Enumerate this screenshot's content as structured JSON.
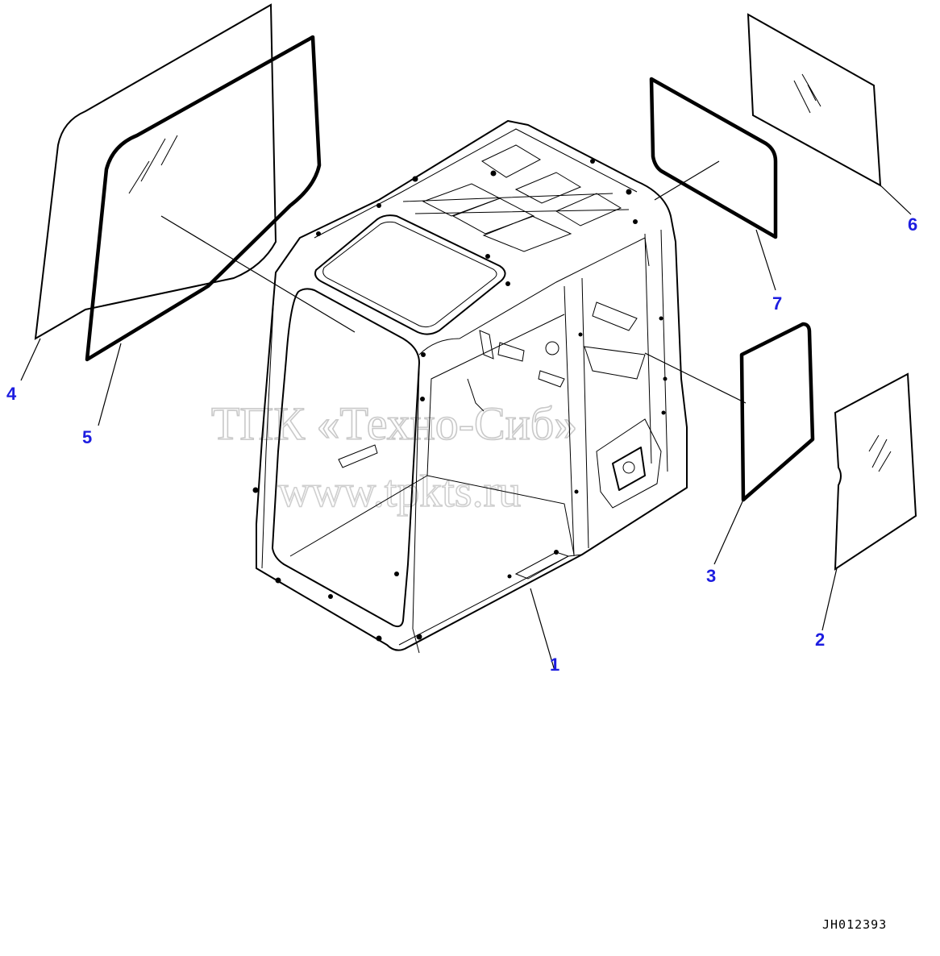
{
  "diagram": {
    "reference_code": "JH012393",
    "watermark_line1": "ТПК «Техно-Сиб»",
    "watermark_line2": "www.tpkts.ru",
    "callout_color": "#1d1de0",
    "callouts": [
      {
        "id": "cab-frame",
        "label": "1"
      },
      {
        "id": "rear-right-glass",
        "label": "2"
      },
      {
        "id": "rear-right-glass-seal",
        "label": "3"
      },
      {
        "id": "front-glass",
        "label": "4"
      },
      {
        "id": "front-glass-seal",
        "label": "5"
      },
      {
        "id": "rear-glass",
        "label": "6"
      },
      {
        "id": "rear-glass-seal",
        "label": "7"
      }
    ]
  }
}
